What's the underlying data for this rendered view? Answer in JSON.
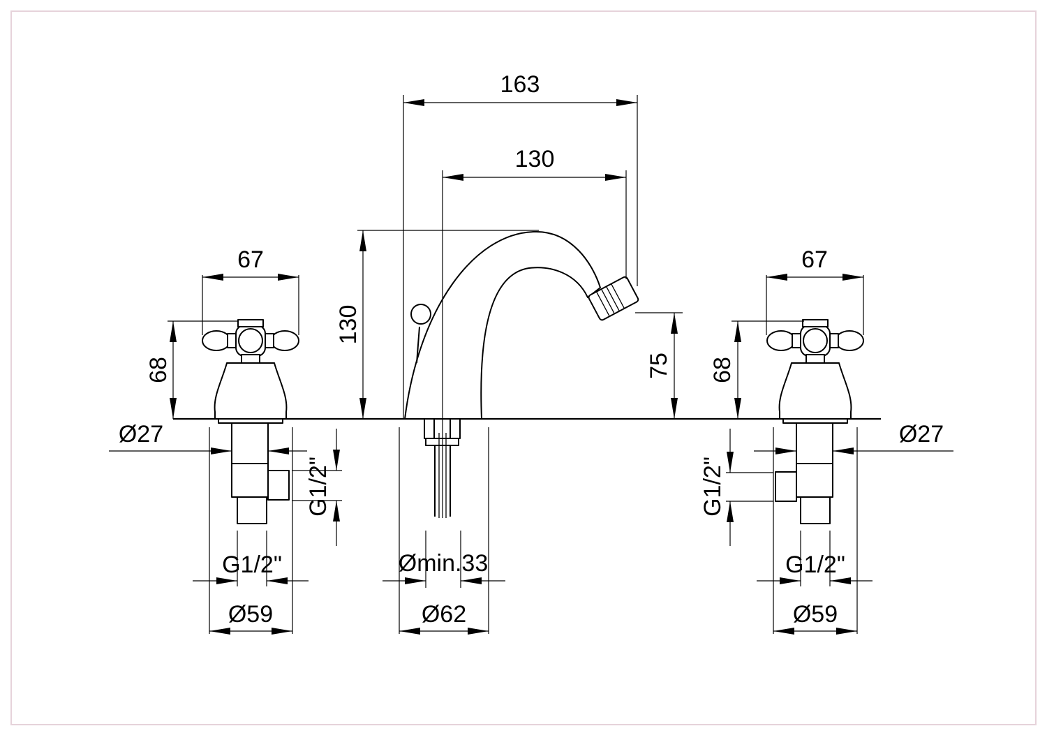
{
  "labels": {
    "width_total": "163",
    "width_spout": "130",
    "height_spout": "130",
    "height_outlet": "75",
    "handle_width_left": "67",
    "handle_width_right": "67",
    "handle_height_left": "68",
    "handle_height_right": "68",
    "stem_diam_left": "Ø27",
    "stem_diam_right": "Ø27",
    "thread_side_left": "G1/2\"",
    "thread_side_right": "G1/2\"",
    "thread_bottom_left": "G1/2\"",
    "thread_bottom_right": "G1/2\"",
    "base_diam_left": "Ø59",
    "base_diam_right": "Ø59",
    "hole_min": "Ømin.33",
    "spout_base_diam": "Ø62"
  },
  "colors": {
    "frame": "#e6d3da",
    "line": "#000000"
  }
}
